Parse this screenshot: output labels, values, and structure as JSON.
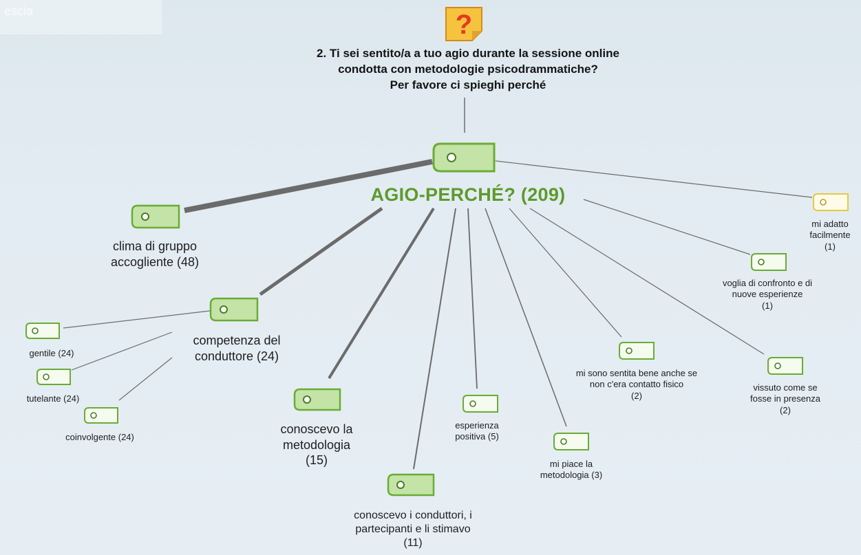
{
  "header": {
    "text": "escia"
  },
  "question": {
    "lines": [
      "2. Ti sei sentito/a a tuo agio durante la sessione online",
      "condotta con metodologie psicodrammatiche?",
      "Per favore ci spieghi perché"
    ]
  },
  "center": {
    "label": "AGIO-PERCHÉ? (209)"
  },
  "nodes": {
    "clima": {
      "lines": [
        "clima di gruppo",
        "accogliente  (48)"
      ]
    },
    "competenza": {
      "lines": [
        "competenza del",
        "conduttore (24)"
      ]
    },
    "gentile": {
      "lines": [
        "gentile (24)"
      ]
    },
    "tutelante": {
      "lines": [
        "tutelante (24)"
      ]
    },
    "coinvolgente": {
      "lines": [
        "coinvolgente (24)"
      ]
    },
    "conoscevo_metodo": {
      "lines": [
        "conoscevo la",
        "metodologia",
        "(15)"
      ]
    },
    "conoscevo_conduttori": {
      "lines": [
        "conoscevo i conduttori, i",
        "partecipanti e li stimavo",
        "(11)"
      ]
    },
    "esperienza": {
      "lines": [
        "esperienza",
        "positiva (5)"
      ]
    },
    "piace": {
      "lines": [
        "mi piace la",
        "metodologia (3)"
      ]
    },
    "sentita": {
      "lines": [
        "mi sono sentita bene anche se",
        "non c'era contatto fisico",
        "(2)"
      ]
    },
    "vissuto": {
      "lines": [
        "vissuto come se",
        "fosse in presenza",
        "(2)"
      ]
    },
    "voglia": {
      "lines": [
        "voglia di confronto e di",
        "nuove esperienze",
        "(1)"
      ]
    },
    "adatto": {
      "lines": [
        "mi adatto",
        "facilmente",
        "(1)"
      ]
    }
  },
  "colors": {
    "accent_green": "#5e9a2c",
    "tag_fill": "#c4e3a6",
    "tag_stroke": "#6aac34",
    "tag_yellow_stroke": "#e8c93c",
    "question_icon": "#e53a1f",
    "question_icon_bg": "#f5c33e"
  },
  "icons": {
    "question": "question-mark-icon",
    "tag": "tag-icon"
  }
}
